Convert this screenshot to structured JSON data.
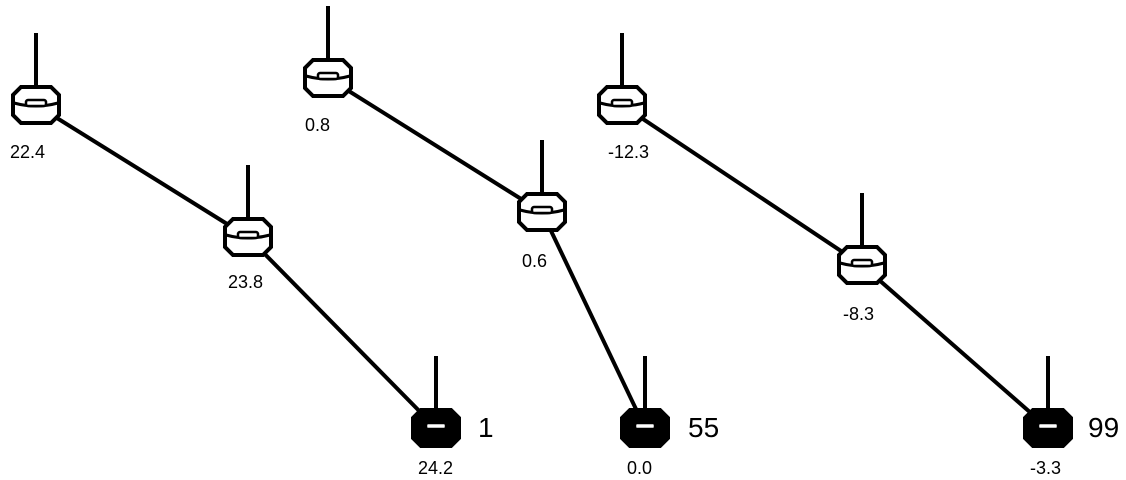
{
  "chains": [
    {
      "tag": "1",
      "nodes": [
        {
          "value": "22.4",
          "state": "outline"
        },
        {
          "value": "23.8",
          "state": "outline"
        },
        {
          "value": "24.2",
          "state": "filled"
        }
      ]
    },
    {
      "tag": "55",
      "nodes": [
        {
          "value": "0.8",
          "state": "outline"
        },
        {
          "value": "0.6",
          "state": "outline"
        },
        {
          "value": "0.0",
          "state": "filled"
        }
      ]
    },
    {
      "tag": "99",
      "nodes": [
        {
          "value": "-12.3",
          "state": "outline"
        },
        {
          "value": "-8.3",
          "state": "outline"
        },
        {
          "value": "-3.3",
          "state": "filled"
        }
      ]
    }
  ],
  "colors": {
    "stroke": "#000000",
    "background": "#ffffff",
    "filled_node": "#000000"
  }
}
